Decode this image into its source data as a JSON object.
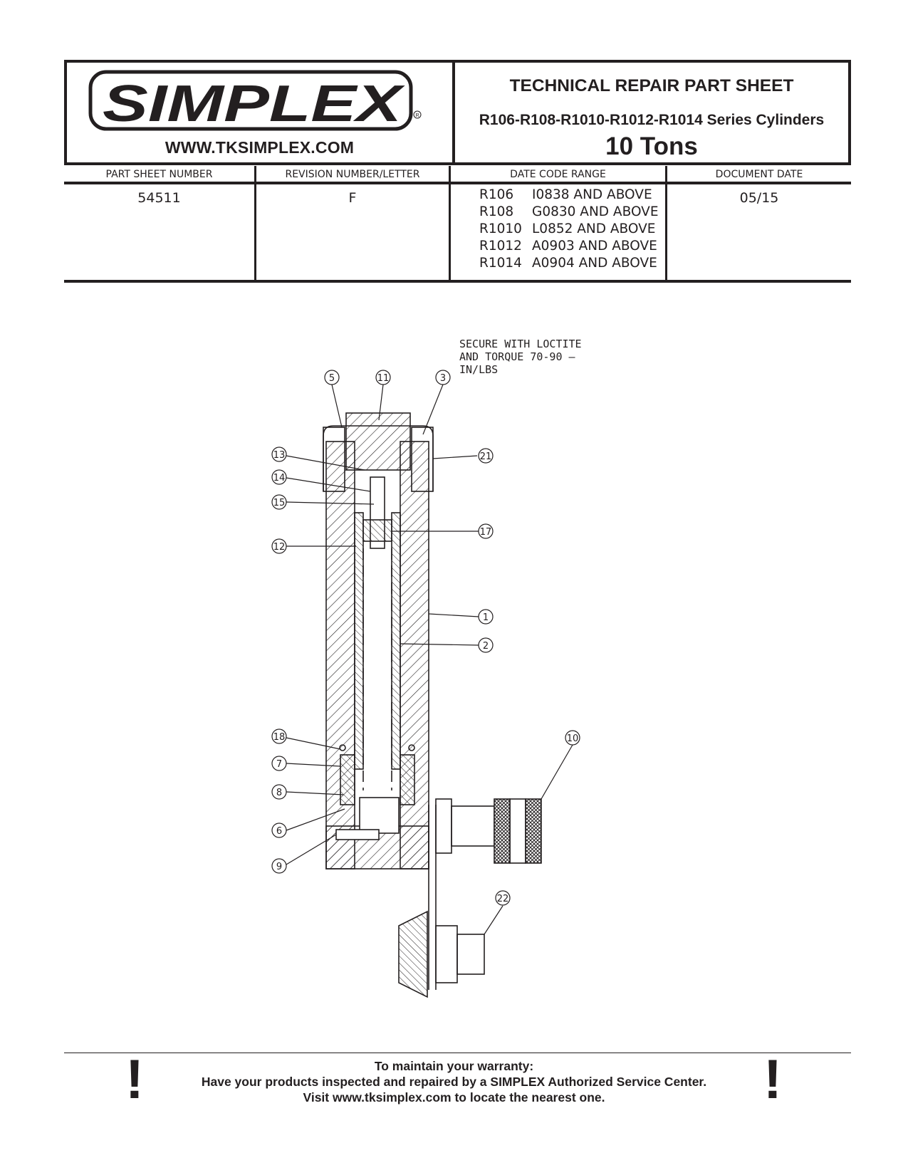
{
  "header": {
    "brand": "SIMPLEX",
    "website": "WWW.TKSIMPLEX.COM",
    "sheet_title": "TECHNICAL REPAIR PART SHEET",
    "series": "R106-R108-R1010-R1012-R1014 Series Cylinders",
    "capacity": "10 Tons"
  },
  "info": {
    "part_sheet_number_label": "PART SHEET NUMBER",
    "part_sheet_number": "54511",
    "revision_label": "REVISION NUMBER/LETTER",
    "revision": "F",
    "date_code_label": "DATE CODE RANGE",
    "date_codes": [
      {
        "model": "R106",
        "range": "I0838 AND ABOVE"
      },
      {
        "model": "R108",
        "range": "G0830 AND ABOVE"
      },
      {
        "model": "R1010",
        "range": "L0852 AND ABOVE"
      },
      {
        "model": "R1012",
        "range": "A0903 AND ABOVE"
      },
      {
        "model": "R1014",
        "range": "A0904 AND ABOVE"
      }
    ],
    "document_date_label": "DOCUMENT DATE",
    "document_date": "05/15"
  },
  "drawing": {
    "note_lines": [
      "SECURE WITH LOCTITE",
      "AND TORQUE 70-90 —",
      "IN/LBS"
    ],
    "callouts": [
      "5",
      "11",
      "3",
      "13",
      "21",
      "14",
      "15",
      "17",
      "12",
      "1",
      "2",
      "18",
      "10",
      "7",
      "8",
      "6",
      "9",
      "22"
    ]
  },
  "footer": {
    "line1": "To maintain your warranty:",
    "line2": "Have your products inspected and repaired by a SIMPLEX Authorized Service Center.",
    "line3": "Visit www.tksimplex.com to locate the nearest one.",
    "mark": "!"
  }
}
